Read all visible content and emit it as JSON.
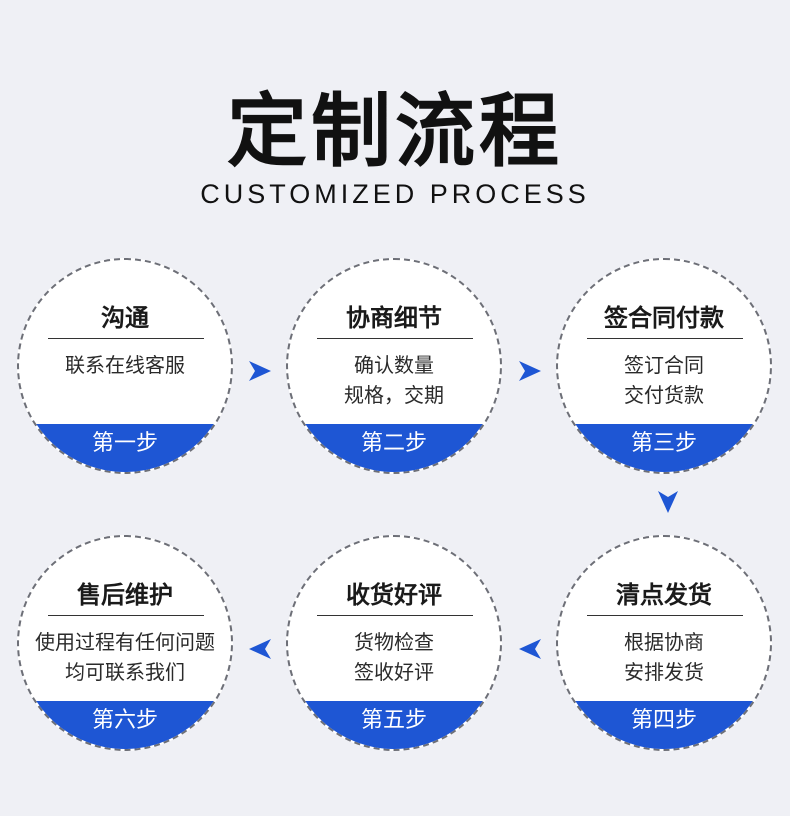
{
  "header": {
    "title": "定制流程",
    "subtitle": "CUSTOMIZED PROCESS"
  },
  "steps": [
    {
      "title": "沟通",
      "lines": [
        "联系在线客服"
      ],
      "label": "第一步"
    },
    {
      "title": "协商细节",
      "lines": [
        "确认数量",
        "规格，交期"
      ],
      "label": "第二步"
    },
    {
      "title": "签合同付款",
      "lines": [
        "签订合同",
        "交付货款"
      ],
      "label": "第三步"
    },
    {
      "title": "清点发货",
      "lines": [
        "根据协商",
        "安排发货"
      ],
      "label": "第四步"
    },
    {
      "title": "收货好评",
      "lines": [
        "货物检查",
        "签收好评"
      ],
      "label": "第五步"
    },
    {
      "title": "售后维护",
      "lines": [
        "使用过程有任何问题",
        "均可联系我们"
      ],
      "label": "第六步"
    }
  ],
  "colors": {
    "accent": "#1e56d4",
    "background": "#eff0f5",
    "circle_fill": "#ffffff",
    "text": "#111111"
  },
  "icons": {
    "flow_arrow": "triangle-arrow-icon"
  }
}
